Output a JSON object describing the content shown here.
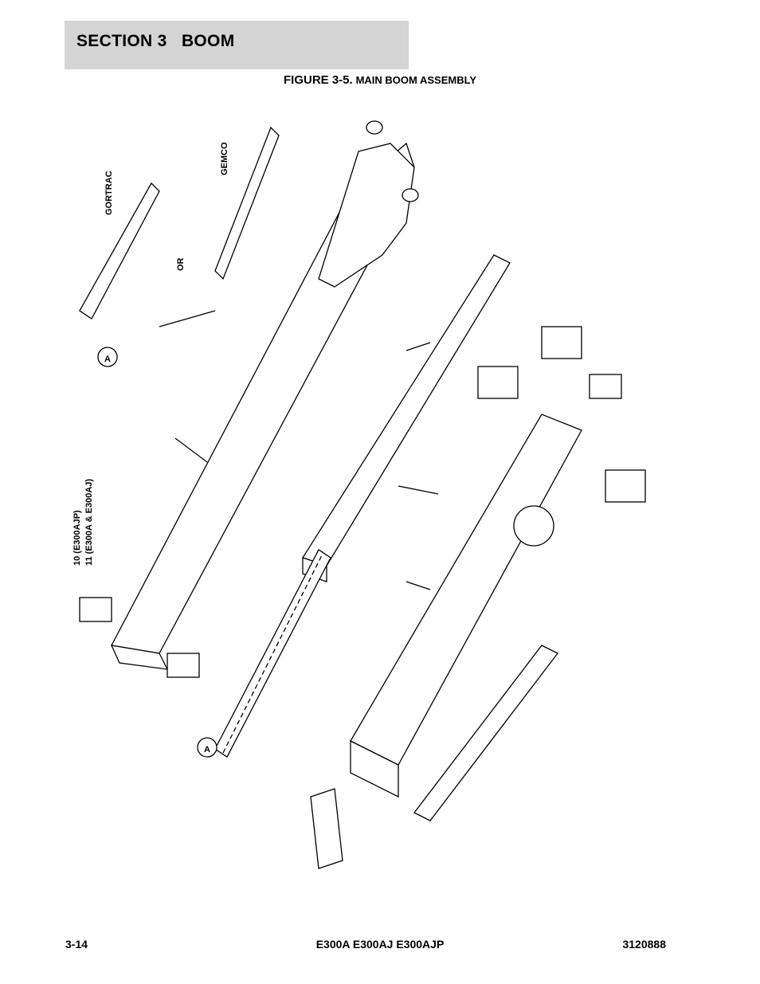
{
  "header": {
    "section_label": "SECTION 3   BOOM"
  },
  "figure": {
    "number": "FIGURE 3-5.",
    "name": "MAIN BOOM ASSEMBLY"
  },
  "callouts": {
    "gortrac": "GORTRAC",
    "gemco": "GEMCO",
    "or": "OR",
    "detail_a": "A",
    "variant_ajp": "10 (E300AJP)",
    "variant_a_aj": "11 (E300A & E300AJ)"
  },
  "footer": {
    "page_number": "3-14",
    "models": "E300A E300AJ E300AJP",
    "part_number": "3120888"
  }
}
